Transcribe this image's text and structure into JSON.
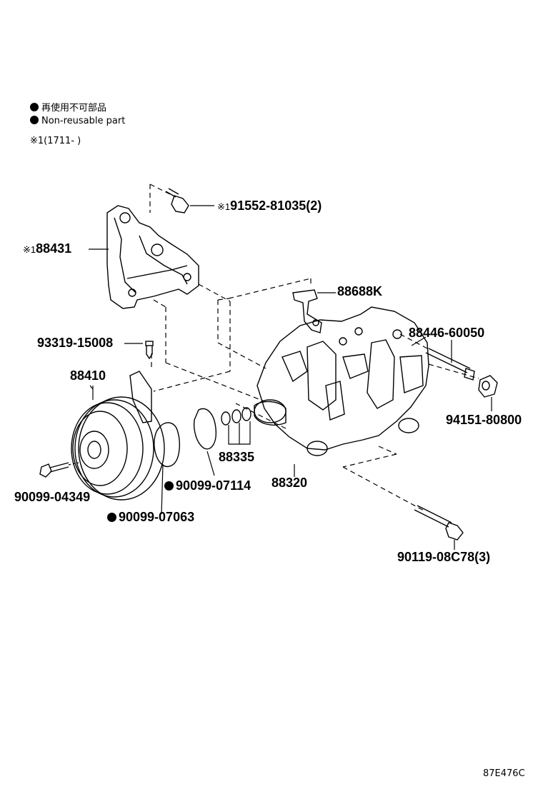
{
  "legend": {
    "reuse_jp": "再使用不可部品",
    "reuse_en": "Non-reusable part",
    "note_mark": "※1",
    "note_text": "(1711-        )"
  },
  "parts": {
    "p91552": "91552-81035(2)",
    "p88431": "88431",
    "p88688k": "88688K",
    "p93319": "93319-15008",
    "p88446": "88446-60050",
    "p88410": "88410",
    "p94151": "94151-80800",
    "p88335": "88335",
    "p90099_04349": "90099-04349",
    "p90099_07114": "90099-07114",
    "p88320": "88320",
    "p90099_07063": "90099-07063",
    "p90119": "90119-08C78(3)"
  },
  "marks": {
    "note1": "※1"
  },
  "diagram_code": "87E476C"
}
